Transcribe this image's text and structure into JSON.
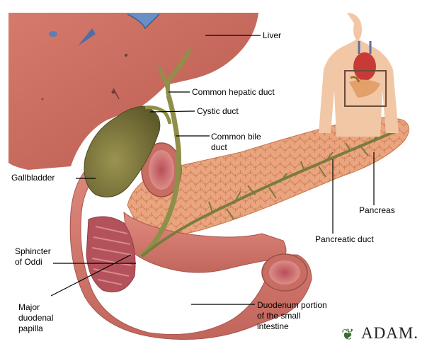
{
  "labels": {
    "liver": "Liver",
    "common_hepatic_duct": "Common hepatic duct",
    "cystic_duct": "Cystic duct",
    "common_bile_duct": "Common bile\nduct",
    "gallbladder": "Gallbladder",
    "pancreas": "Pancreas",
    "pancreatic_duct": "Pancreatic duct",
    "sphincter_of_oddi": "Sphincter\nof Oddi",
    "major_duodenal_papilla": "Major\nduodenal\npapilla",
    "duodenum": "Duodenum portion\nof the small\nintestine"
  },
  "logo": {
    "text": "ADAM.",
    "mark": "❦"
  },
  "colors": {
    "liver": "#c9695c",
    "liver_dark": "#a94f44",
    "gallbladder": "#7f7a3f",
    "duct": "#9a9a55",
    "pancreas": "#e8a27a",
    "pancreas_lobule": "#d38360",
    "duodenum": "#d77a6e",
    "duodenum_dark": "#b35a52",
    "leader": "#000000"
  }
}
